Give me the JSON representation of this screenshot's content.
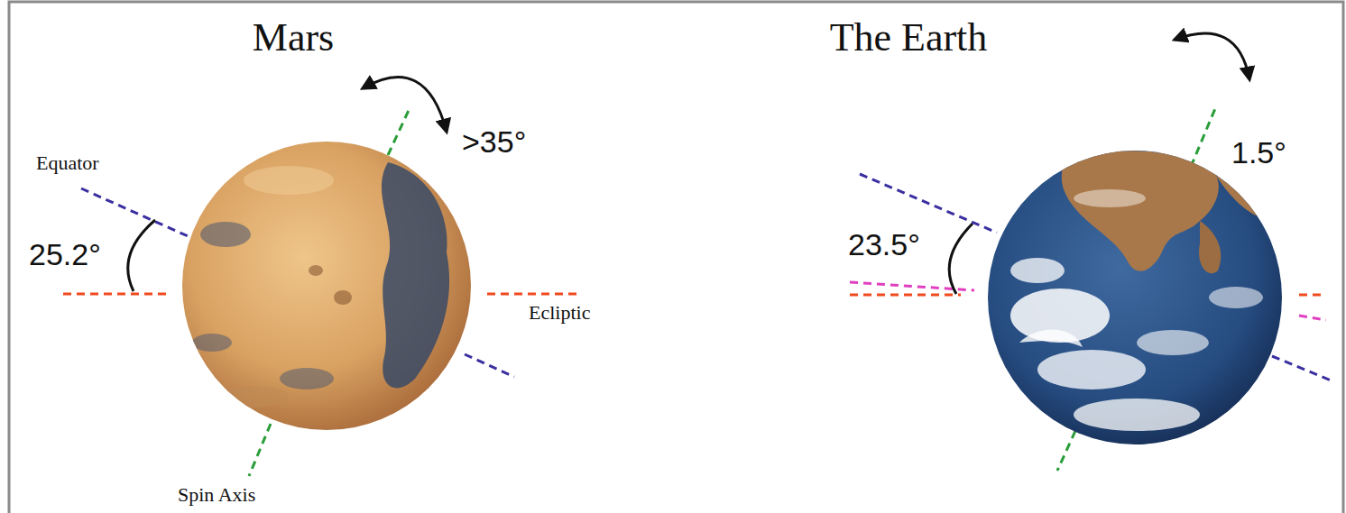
{
  "diagram": {
    "labels": [
      "Mars",
      "The Earth",
      "Equator",
      "25.2°",
      ">35°",
      "Ecliptic",
      "Spin Axis",
      "23.5°",
      "1.5°"
    ]
  }
}
